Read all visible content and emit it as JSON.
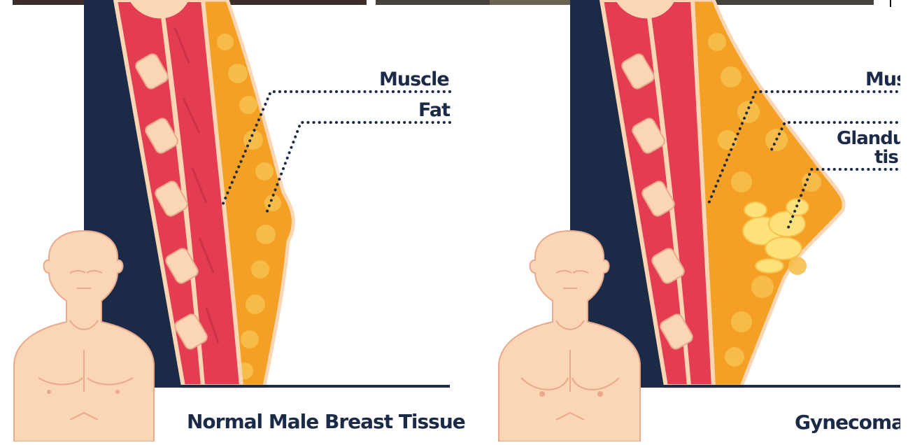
{
  "left_panel": {
    "labels": {
      "muscle": "Muscle",
      "fat": "Fat"
    },
    "caption": "Normal Male Breast Tissue"
  },
  "right_panel": {
    "labels": {
      "muscle": "Mus",
      "glandular_line1": "Glandu",
      "glandular_line2": "tis"
    },
    "caption": "Gynecoma"
  },
  "colors": {
    "navy": "#1b2a47",
    "muscle_red": "#e43d52",
    "muscle_dark": "#c22c44",
    "fat_orange": "#f3a024",
    "fat_light": "#f8bf4d",
    "gland_yellow": "#fde27a",
    "skin": "#fad6b4",
    "skin_line": "#e8a98c"
  }
}
